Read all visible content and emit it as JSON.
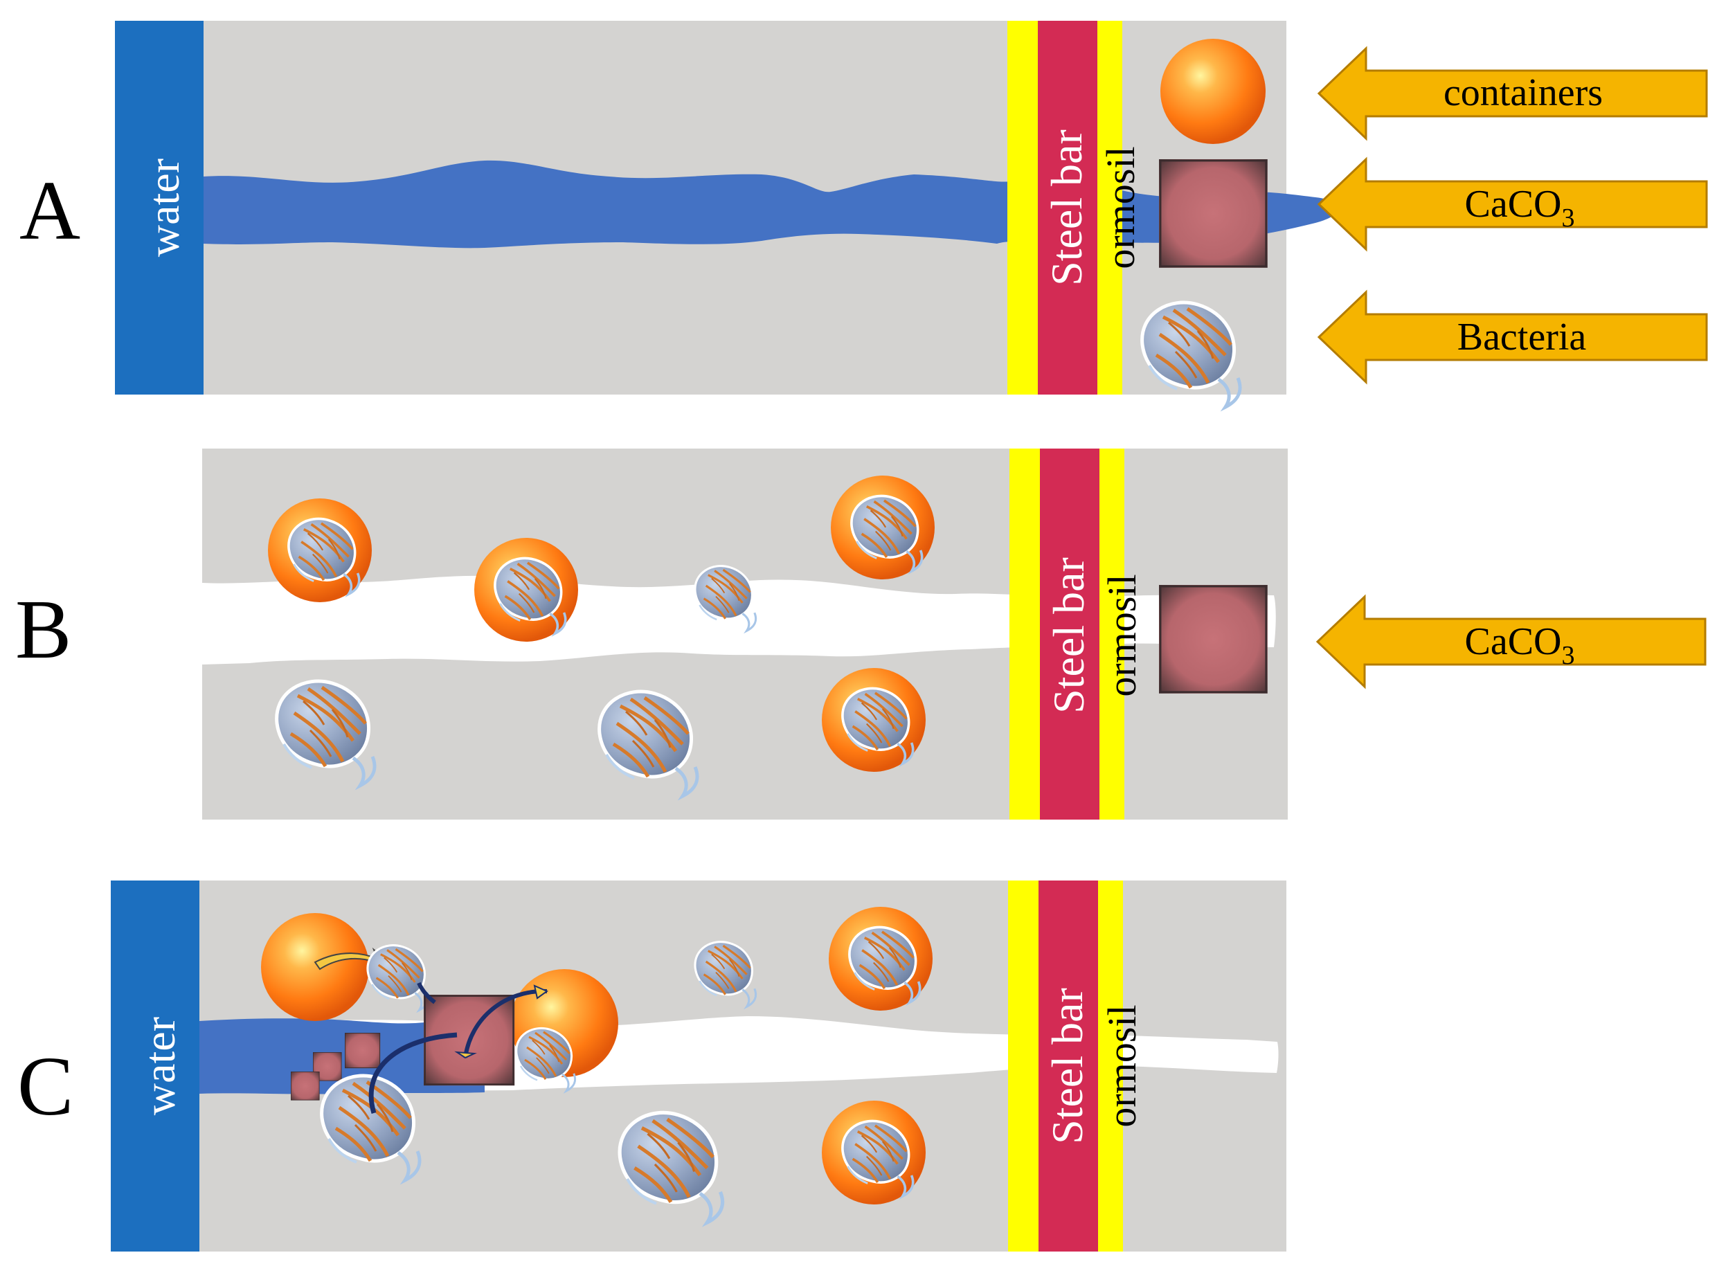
{
  "panels": {
    "a": {
      "letter": "A",
      "water_label": "water",
      "steel_label": "Steel bar",
      "ormosil_label": "ormosil"
    },
    "b": {
      "letter": "B",
      "steel_label": "Steel bar",
      "ormosil_label": "ormosil"
    },
    "c": {
      "letter": "C",
      "water_label": "water",
      "steel_label": "Steel bar",
      "ormosil_label": "ormosil"
    }
  },
  "legend": {
    "containers": "containers",
    "caco3_main": "CaCO",
    "caco3_sub": "3",
    "bacteria": "Bacteria"
  },
  "colors": {
    "concrete": "#d4d3d1",
    "water": "#1c6fbf",
    "crack_water": "#4472c4",
    "steel": "#d32b54",
    "ormosil": "#ffff00",
    "arrow": "#f5b400",
    "container": "#ff8a1a",
    "caco3": "#b9676c",
    "bacteria": "#8da3c4"
  }
}
